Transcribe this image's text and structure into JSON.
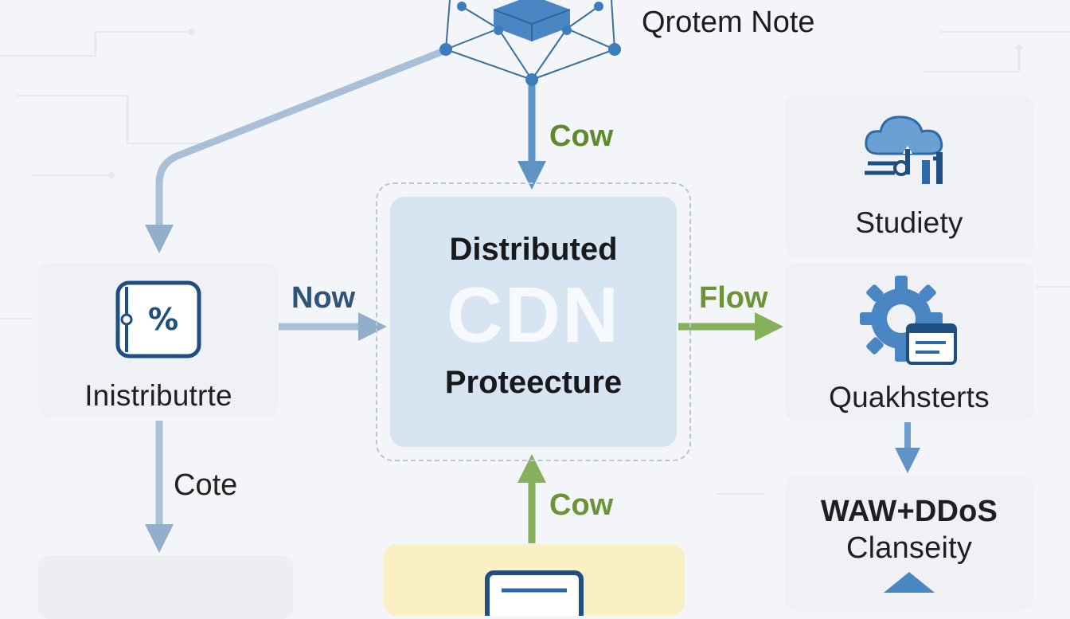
{
  "node": {
    "title": "Qrotem Note"
  },
  "center": {
    "title": "Distributed",
    "big": "CDN",
    "subtitle": "Proteecture"
  },
  "cards": {
    "inistributurte": "Inistributrte",
    "studiety": "Studiety",
    "quakhsterts": "Quakhsterts",
    "waw_title": "WAW+DDoS",
    "waw_sub": "Clanseity"
  },
  "edges": {
    "cow_top": "Cow",
    "now": "Now",
    "flow": "Flow",
    "cote": "Cote",
    "cow_bottom": "Cow"
  },
  "colors": {
    "blue_arrow": "#5e93c4",
    "steel_arrow": "#93aecb",
    "green_arrow": "#86b05a",
    "icon_blue": "#3f7fc2",
    "icon_navy": "#1f4f80"
  },
  "icons": {
    "node": "network-cube-icon",
    "inistributurte": "percent-card-icon",
    "studiety": "cloud-tools-icon",
    "quakhsterts": "gear-window-icon",
    "bottom": "monitor-icon"
  }
}
